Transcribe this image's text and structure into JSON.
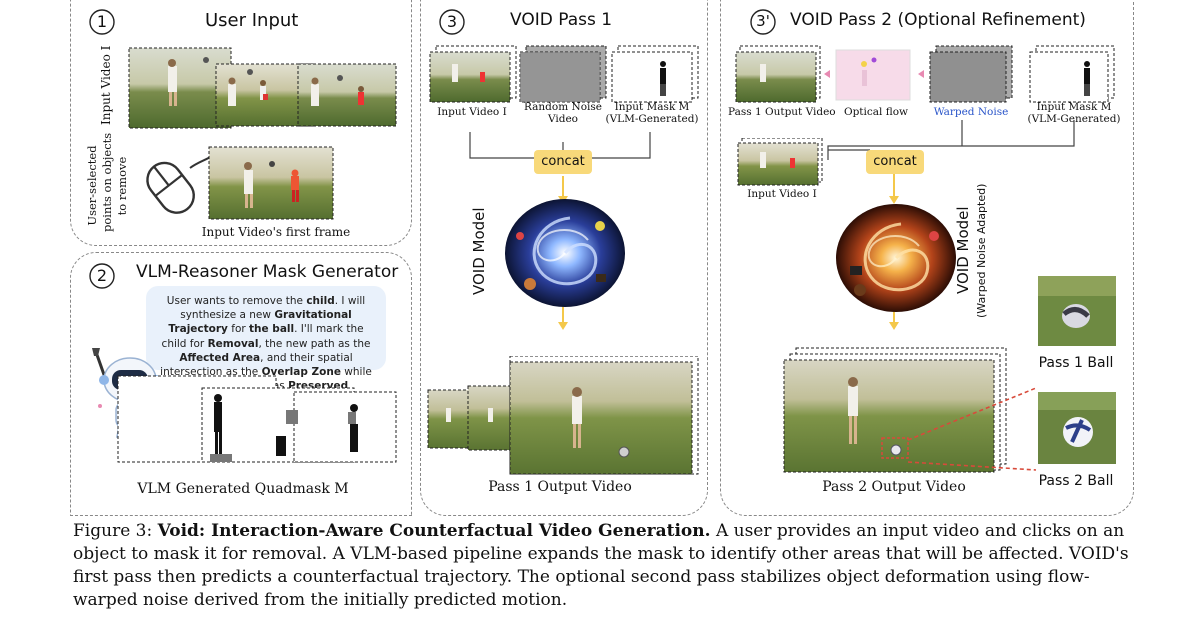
{
  "panels": {
    "p1": {
      "number": "1",
      "title": "User Input",
      "side_top": "Input Video I",
      "side_bottom_1": "User-selected",
      "side_bottom_2": "points on objects",
      "side_bottom_3": "to remove",
      "frame_label": "Input Video's first frame"
    },
    "p2": {
      "number": "2",
      "title": "VLM-Reasoner Mask Generator",
      "bubble": [
        {
          "text": "User wants to remove the ",
          "bold": false
        },
        {
          "text": "child",
          "bold": true
        },
        {
          "text": ". I will synthesize a new ",
          "bold": false
        },
        {
          "text": "Gravitational Trajectory",
          "bold": true
        },
        {
          "text": " for ",
          "bold": false
        },
        {
          "text": "the ball",
          "bold": true
        },
        {
          "text": ". I'll mark the child for ",
          "bold": false
        },
        {
          "text": "Removal",
          "bold": true
        },
        {
          "text": ", the new path as the ",
          "bold": false
        },
        {
          "text": "Affected Area",
          "bold": true
        },
        {
          "text": ", and their spatial intersection as the ",
          "bold": false
        },
        {
          "text": "Overlap Zone",
          "bold": true
        },
        {
          "text": " while keeping the rest as ",
          "bold": false
        },
        {
          "text": "Preserved Background",
          "bold": true
        },
        {
          "text": ".",
          "bold": false
        }
      ],
      "output_label": "VLM Generated Quadmask M"
    },
    "p3": {
      "number": "3",
      "title": "VOID Pass 1",
      "in1": "Input Video I",
      "in2_1": "Random Noise",
      "in2_2": "Video",
      "in3_1": "Input Mask M",
      "in3_2": "(VLM-Generated)",
      "concat": "concat",
      "model": "VOID Model",
      "output_label": "Pass 1 Output Video"
    },
    "p4": {
      "number": "3'",
      "title": "VOID Pass 2 (Optional Refinement)",
      "in1": "Pass 1 Output Video",
      "in2": "Optical flow",
      "in3": "Warped Noise",
      "in4_1": "Input Mask M",
      "in4_2": "(VLM-Generated)",
      "in5": "Input Video I",
      "concat": "concat",
      "model_1": "VOID Model",
      "model_2": "(Warped Noise Adapted)",
      "output_label": "Pass 2 Output Video",
      "ball1": "Pass 1 Ball",
      "ball2": "Pass 2 Ball"
    }
  },
  "caption": [
    {
      "text": "Figure 3: ",
      "bold": false
    },
    {
      "text": "Void: Interaction-Aware Counterfactual Video Generation.",
      "bold": true
    },
    {
      "text": " A user provides an input video and clicks on an object to mask it for removal. A VLM-based pipeline expands the mask to identify other areas that will be affected. VOID's first pass then predicts a counterfactual trajectory. The optional second pass stabilizes object deformation using flow-warped noise derived from the initially predicted motion.",
      "bold": false
    }
  ],
  "colors": {
    "concat": "#f8d97a",
    "arrow": "#f4c84a",
    "bubble": "#e9f1fb",
    "warped_noise": "#2a55c9",
    "highlight": "#d84a3a",
    "flow_arrow": "#e88ab2"
  }
}
